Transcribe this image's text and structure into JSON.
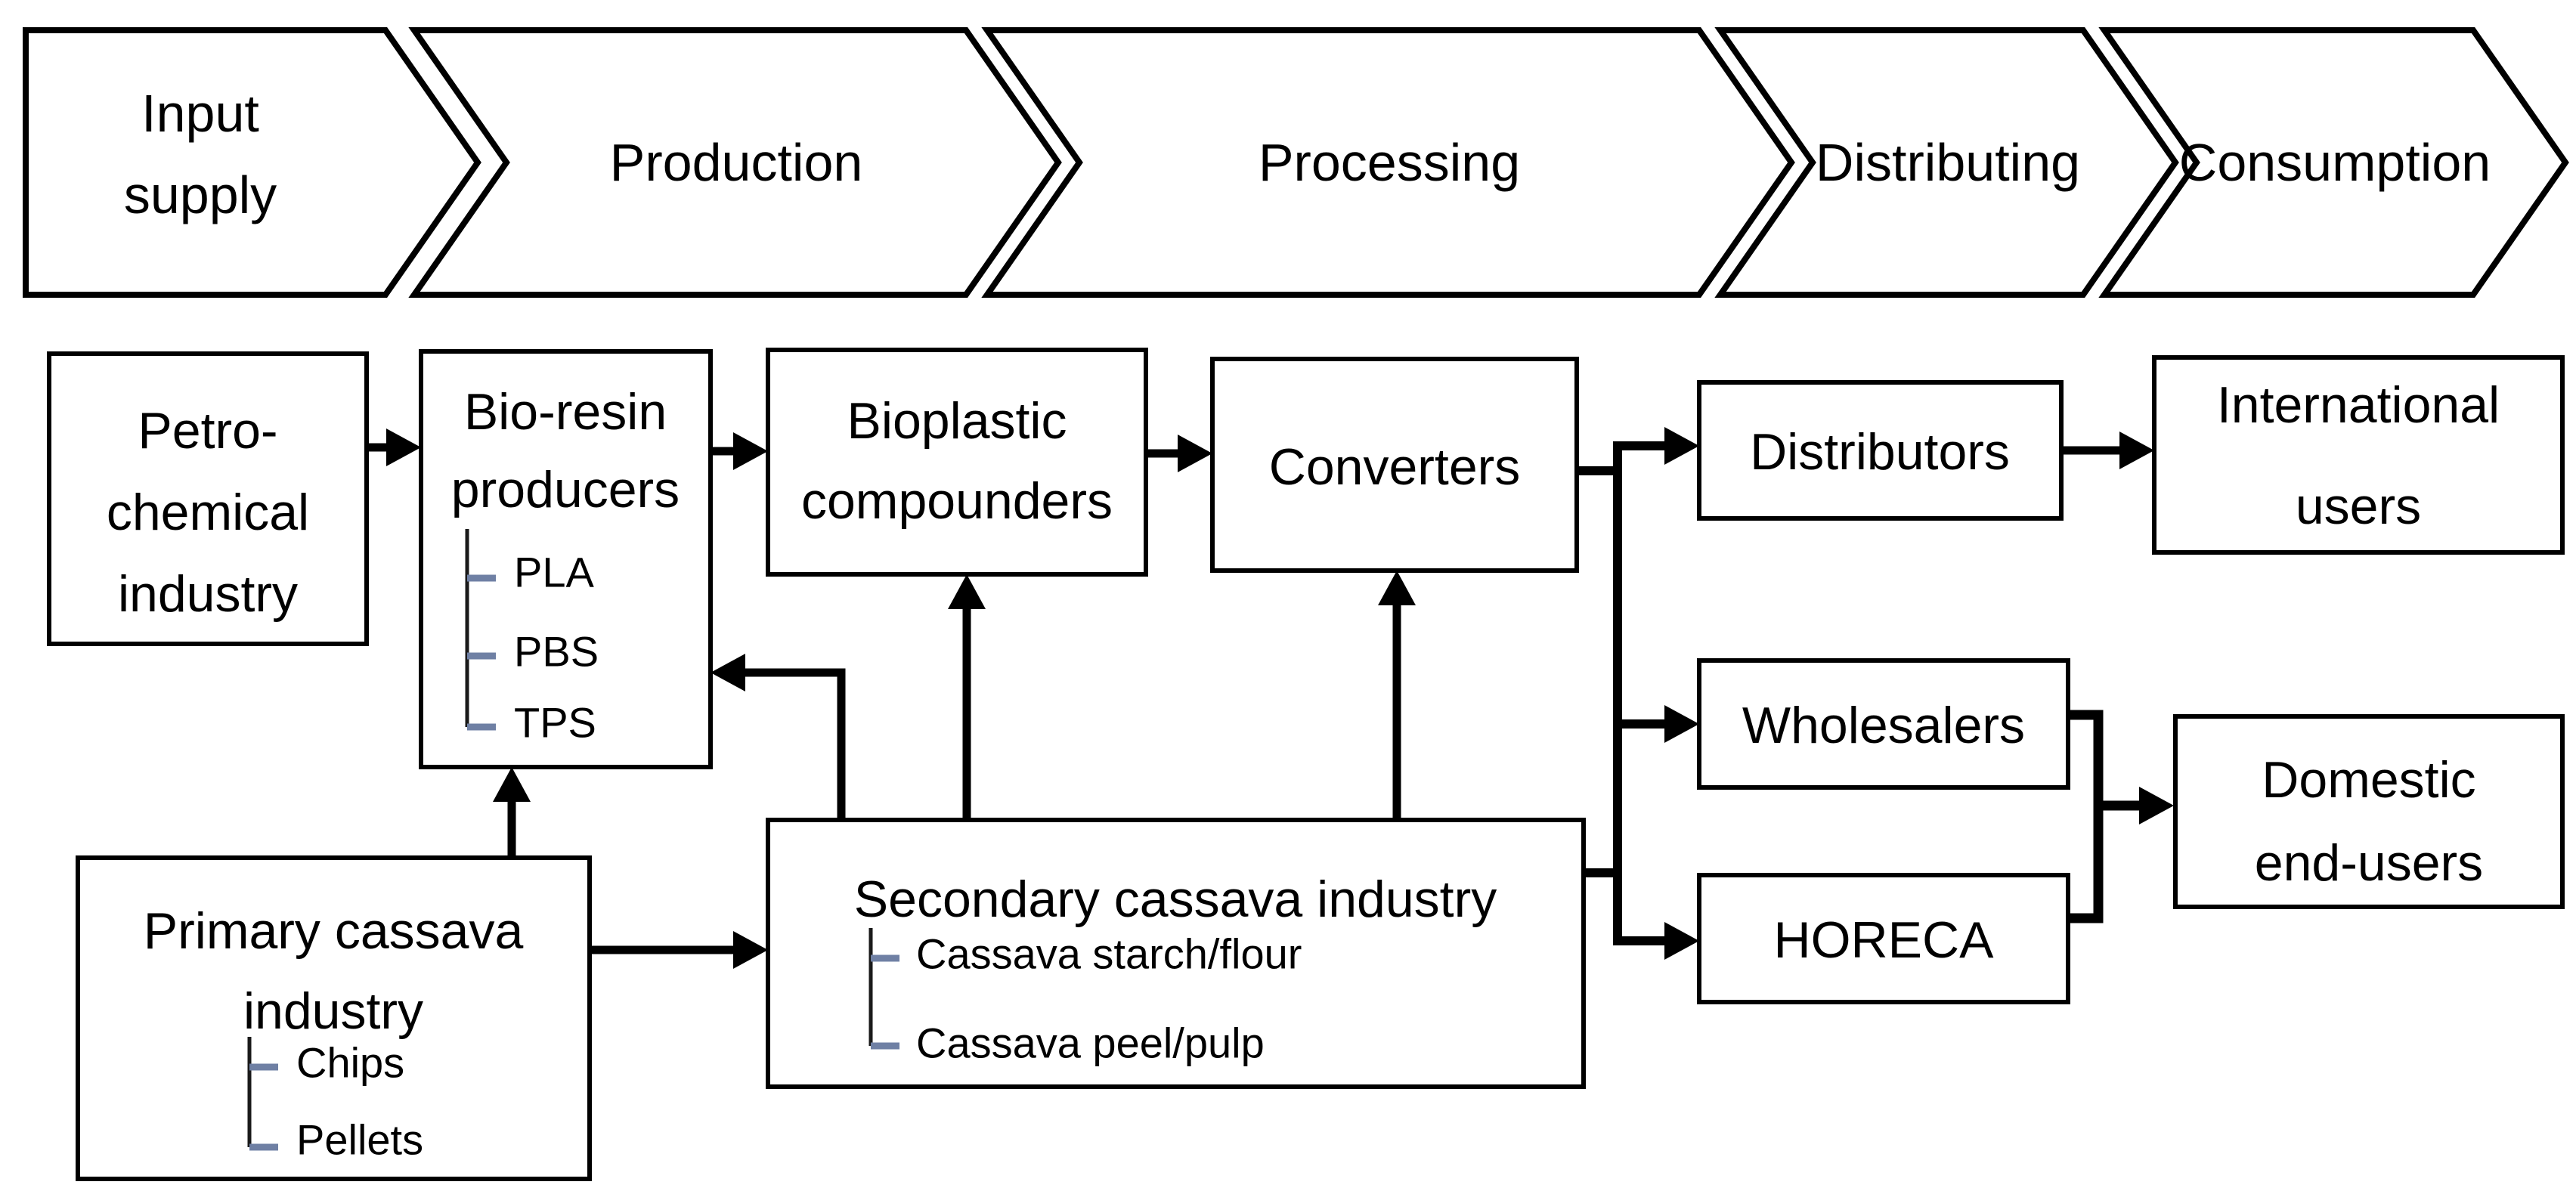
{
  "colors": {
    "line": "#000000",
    "tick": "#6f80a4",
    "background": "#ffffff"
  },
  "stages": [
    {
      "label": "Input supply",
      "lines": [
        "Input",
        "supply"
      ]
    },
    {
      "label": "Production"
    },
    {
      "label": "Processing"
    },
    {
      "label": "Distributing"
    },
    {
      "label": "Consumption"
    }
  ],
  "boxes": {
    "petro": {
      "lines": [
        "Petro-",
        "chemical",
        "industry"
      ]
    },
    "bio_resin": {
      "lines": [
        "Bio-resin",
        "producers"
      ],
      "items": [
        "PLA",
        "PBS",
        "TPS"
      ]
    },
    "bioplastic": {
      "lines": [
        "Bioplastic",
        "compounders"
      ]
    },
    "converters": {
      "lines": [
        "Converters"
      ]
    },
    "distributors": {
      "lines": [
        "Distributors"
      ]
    },
    "international": {
      "lines": [
        "International",
        "users"
      ]
    },
    "wholesalers": {
      "lines": [
        "Wholesalers"
      ]
    },
    "horeca": {
      "lines": [
        "HORECA"
      ]
    },
    "domestic": {
      "lines": [
        "Domestic",
        "end-users"
      ]
    },
    "primary": {
      "lines": [
        "Primary cassava",
        "industry"
      ],
      "items": [
        "Chips",
        "Pellets"
      ]
    },
    "secondary": {
      "lines": [
        "Secondary cassava industry"
      ],
      "items": [
        "Cassava starch/flour",
        "Cassava peel/pulp"
      ]
    }
  }
}
